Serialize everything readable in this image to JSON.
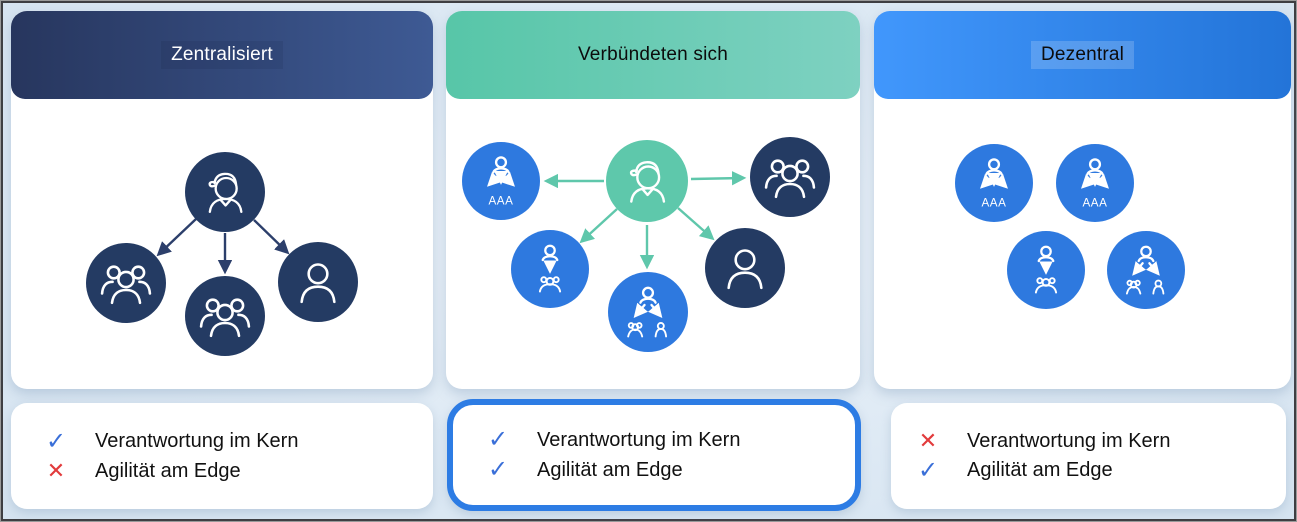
{
  "labels": {
    "aaa": "AAA"
  },
  "colors": {
    "background": "#dde9f4",
    "header_navy_start": "#27365e",
    "header_navy_end": "#3e5a94",
    "header_teal_start": "#57c6a8",
    "header_teal_end": "#7ed1c1",
    "header_blue_start": "#4197fc",
    "header_blue_end": "#2374d8",
    "circle_navy": "#243b63",
    "circle_teal": "#5ec8ab",
    "circle_blue": "#2e79df",
    "arrow_navy": "#2c3f6b",
    "arrow_teal": "#5fc7ab",
    "check_blue": "#3a6fd8",
    "cross_red": "#e23b3c",
    "highlight_border": "#2d7ce4",
    "frame_border": "#3e3e42"
  },
  "columns": [
    {
      "id": "zentralisiert",
      "header": "Zentralisiert",
      "diagram_summary": "central leader circle with arrows down to two team circles and one person circle",
      "highlighted": false,
      "checklist": [
        {
          "state": "check",
          "glyph": "✓",
          "label": "Verantwortung im Kern"
        },
        {
          "state": "cross",
          "glyph": "✕",
          "label": "Agilität am Edge"
        }
      ]
    },
    {
      "id": "verbuendeten-sich",
      "header": "Verbündeten sich",
      "diagram_summary": "central leader circle with arrows out to delegated-authority (AAA), teams and individuals",
      "highlighted": true,
      "checklist": [
        {
          "state": "check",
          "glyph": "✓",
          "label": "Verantwortung im Kern"
        },
        {
          "state": "check",
          "glyph": "✓",
          "label": "Agilität am Edge"
        }
      ]
    },
    {
      "id": "dezentral",
      "header": "Dezentral",
      "diagram_summary": "four independent delegated-authority circles, no central leader",
      "highlighted": false,
      "checklist": [
        {
          "state": "cross",
          "glyph": "✕",
          "label": "Verantwortung im Kern"
        },
        {
          "state": "check",
          "glyph": "✓",
          "label": "Agilität am Edge"
        }
      ]
    }
  ]
}
